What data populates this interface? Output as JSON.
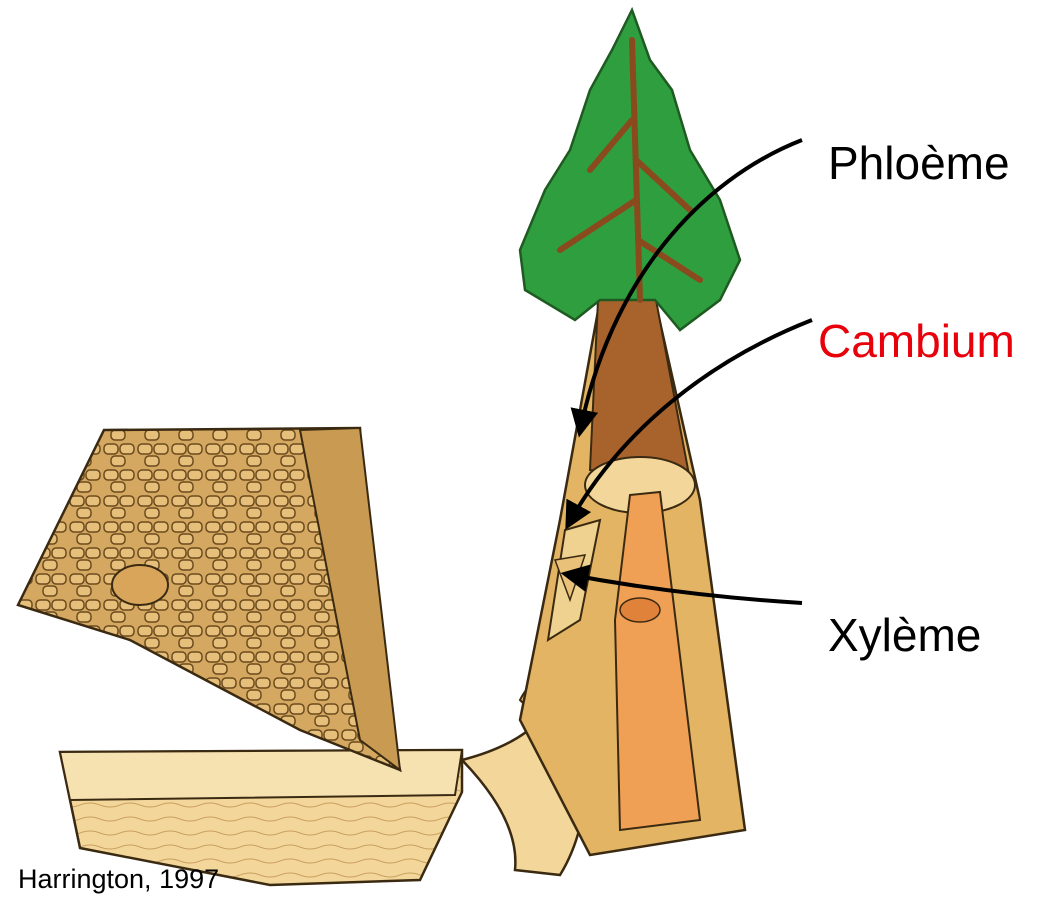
{
  "labels": {
    "phloeme": "Phloème",
    "cambium": "Cambium",
    "xyleme": "Xylème"
  },
  "credit": "Harrington, 1997",
  "colors": {
    "text": "#000000",
    "cambium_text": "#e8000b",
    "foliage": "#2e9e3e",
    "foliage_dark": "#1f7a2c",
    "bark": "#a8632d",
    "wood_light": "#f3d79a",
    "wood_mid": "#e2b463",
    "heartwood": "#f0a055",
    "arrow": "#000000"
  }
}
